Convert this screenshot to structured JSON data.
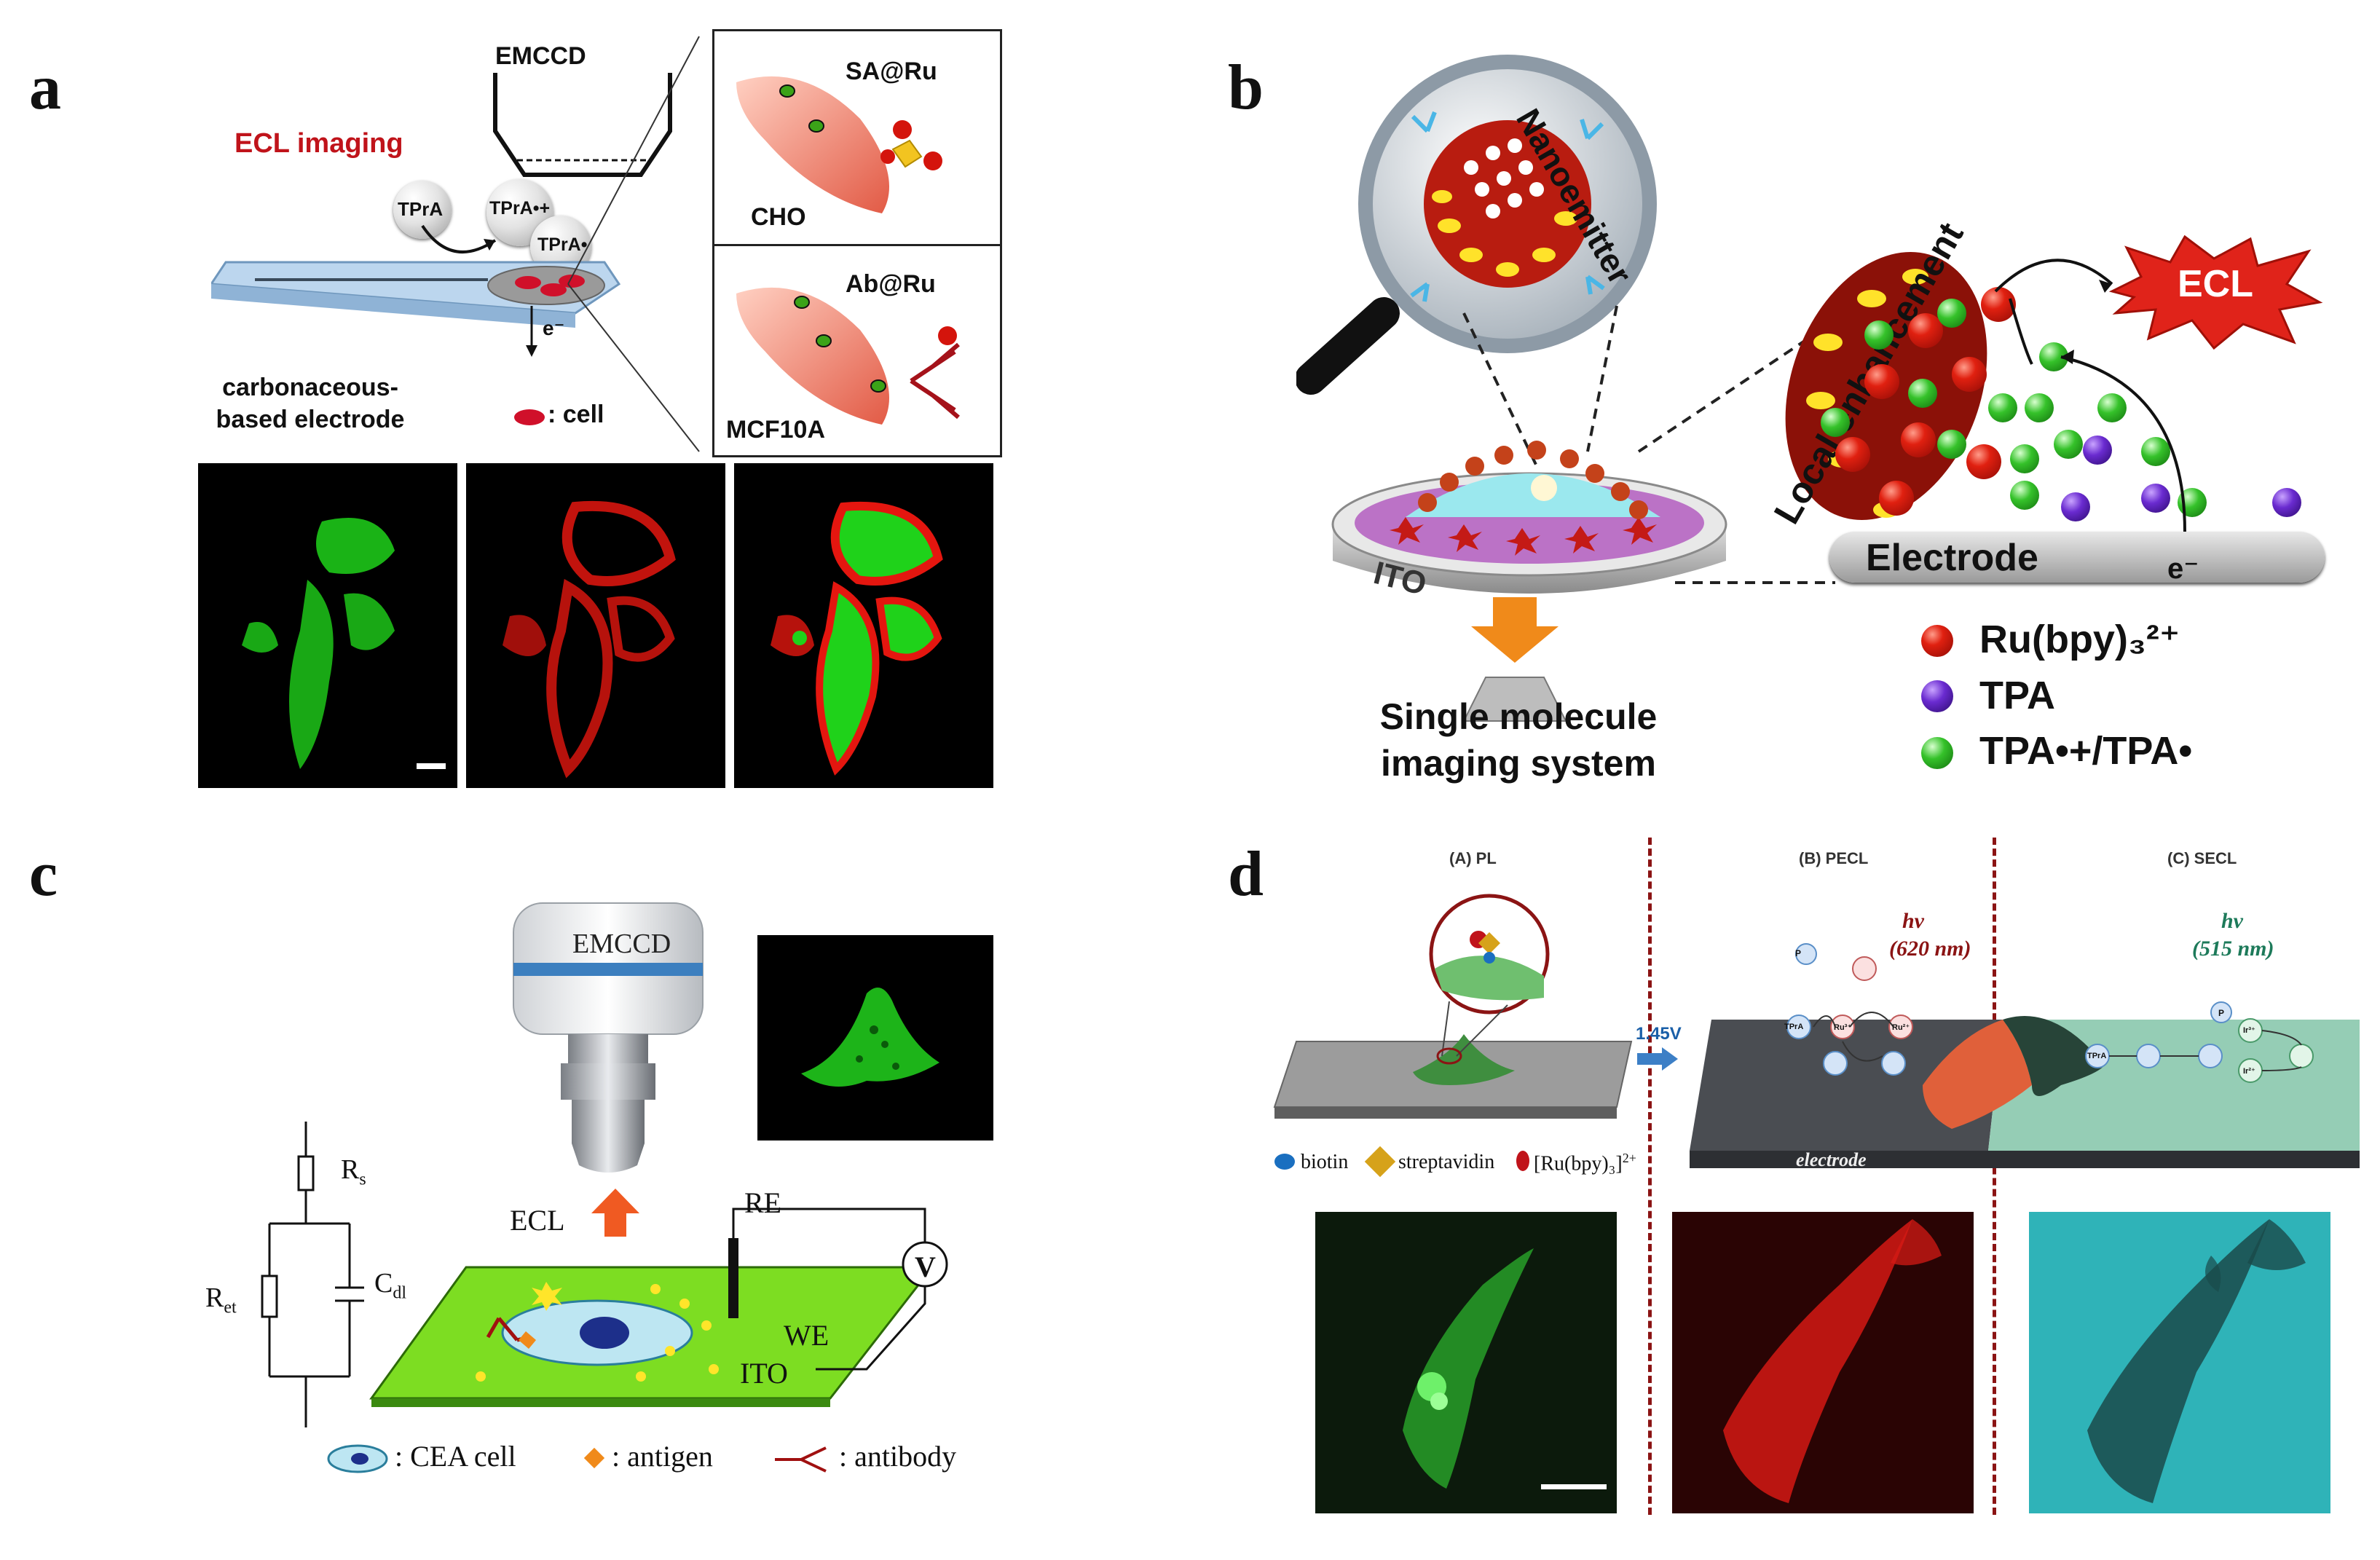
{
  "panel_a": {
    "label": "a",
    "emccd": "EMCCD",
    "ecl_imaging": "ECL imaging",
    "tpra": "TPrA",
    "tpra_radical_cation": "TPrA•+",
    "tpra_radical": "TPrA•",
    "electron": "e⁻",
    "electrode_line1": "carbonaceous-",
    "electrode_line2": "based electrode",
    "cell_legend": ": cell",
    "inset_top_probe": "SA@Ru",
    "inset_top_cell": "CHO",
    "inset_bottom_probe": "Ab@Ru",
    "inset_bottom_cell": "MCF10A"
  },
  "panel_b": {
    "label": "b",
    "nanoemitter": "Nanoemitter",
    "local_enhancement": "Local enhancement",
    "ecl": "ECL",
    "ito": "ITO",
    "electrode": "Electrode",
    "electron": "e⁻",
    "imaging_line1": "Single molecule",
    "imaging_line2": "imaging system",
    "legend_ru": "Ru(bpy)₃²⁺",
    "legend_tpa": "TPA",
    "legend_tpa_radicals": "TPA•+/TPA•"
  },
  "panel_c": {
    "label": "c",
    "emccd": "EMCCD",
    "ecl": "ECL",
    "rs": "R",
    "rs_sub": "s",
    "ret": "R",
    "ret_sub": "et",
    "cdl": "C",
    "cdl_sub": "dl",
    "re": "RE",
    "we": "WE",
    "ito": "ITO",
    "voltmeter": "V",
    "legend_cell": ": CEA cell",
    "legend_antigen": ": antigen",
    "legend_antibody": ": antibody"
  },
  "panel_d": {
    "label": "d",
    "title_a": "(A) PL",
    "title_b": "(B) PECL",
    "title_c": "(C) SECL",
    "voltage": "1.45V",
    "hv_b": "hv",
    "wl_b": "(620 nm)",
    "hv_c": "hv",
    "wl_c": "(515 nm)",
    "electrode": "electrode",
    "legend_biotin": "biotin",
    "legend_streptavidin": "streptavidin",
    "legend_ru": "[Ru(bpy)₃]",
    "legend_ru_charge": "2+",
    "species_tpra": "TPrA",
    "species_p": "P",
    "species_ru3": "Ru³⁺",
    "species_ru2": "Ru²⁺",
    "species_ir3": "Ir³⁺",
    "species_ir2": "Ir²⁺"
  },
  "colors": {
    "ecl_red": "#c0131a",
    "dash_red": "#8b1414",
    "green_fluor": "#1ee81a",
    "red_fluor": "#e01a14",
    "cyan_fluor": "#2fb3b8",
    "ito_green": "#7ddd22"
  }
}
